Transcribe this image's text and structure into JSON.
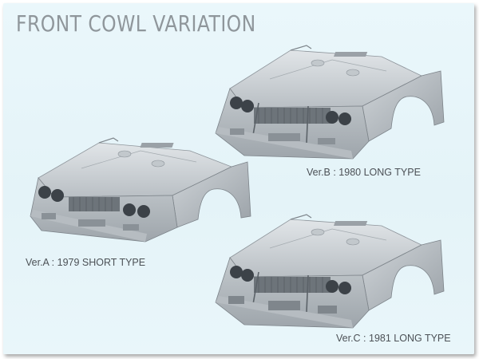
{
  "title": "FRONT COWL VARIATION",
  "variants": [
    {
      "id": "a",
      "caption": "Ver.A : 1979 SHORT TYPE",
      "model": "short"
    },
    {
      "id": "b",
      "caption": "Ver.B : 1980 LONG TYPE",
      "model": "long"
    },
    {
      "id": "c",
      "caption": "Ver.C : 1981 LONG TYPE",
      "model": "long"
    }
  ],
  "colors": {
    "background": "#e6f5f9",
    "title": "#8f969b",
    "caption": "#4c5156",
    "body_light": "#d3d8dc",
    "body_mid": "#b0b6bb",
    "body_dark": "#7d848a",
    "lamp": "#3c4248"
  }
}
